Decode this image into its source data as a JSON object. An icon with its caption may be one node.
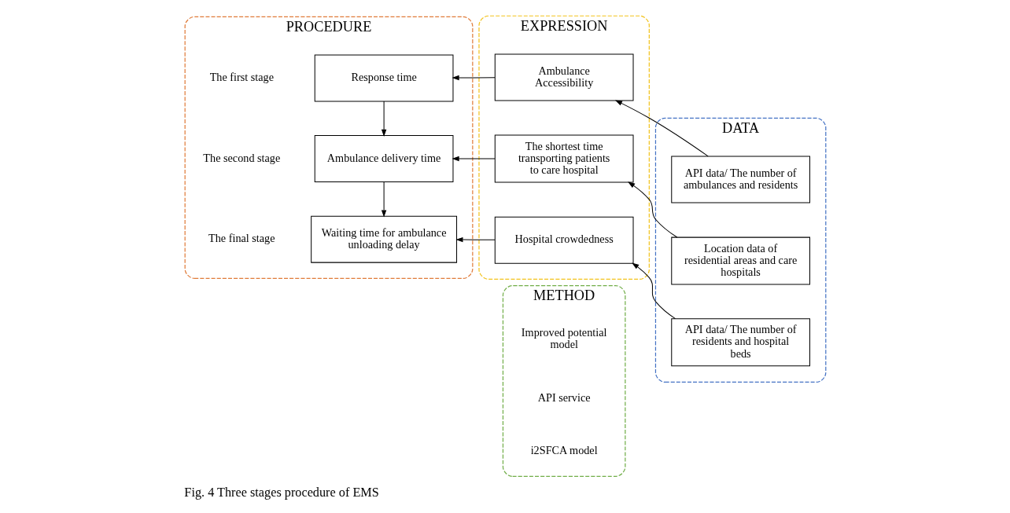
{
  "diagram": {
    "caption": "Fig. 4 Three stages procedure of EMS",
    "nodes": [
      {
        "text": [
          "PROCEDURE"
        ]
      },
      {
        "text": [
          "Response time"
        ],
        "in": 0
      },
      {
        "text": [
          "Ambulance delivery time"
        ],
        "in": 0
      },
      {
        "text": [
          "Waiting time for ambulance unloading delay"
        ],
        "in": 0
      },
      {
        "text": [
          "EXPRESSION"
        ]
      },
      {
        "text": [
          "Ambulance Accessibility"
        ],
        "in": 4
      },
      {
        "text": [
          "The shortest time transporting patients to care hospital"
        ],
        "in": 4
      },
      {
        "text": [
          "Hospital crowdedness"
        ],
        "in": 4
      },
      {
        "text": [
          "METHOD"
        ]
      },
      {
        "text": [
          "DATA"
        ]
      },
      {
        "text": [
          "API data/ The number of ambulances and residents"
        ],
        "in": 9
      },
      {
        "text": [
          "Location data of residential areas and care hospitals"
        ],
        "in": 9
      },
      {
        "text": [
          "API data/ The number of residents and hospital beds"
        ],
        "in": 9
      }
    ],
    "edges": [
      {
        "from": 1,
        "to": 2,
        "arrow": "to"
      },
      {
        "from": 2,
        "to": 3,
        "arrow": "to"
      },
      {
        "from": 5,
        "to": 1,
        "arrow": "to"
      },
      {
        "from": 6,
        "to": 2,
        "arrow": "to"
      },
      {
        "from": 7,
        "to": 3,
        "arrow": "to"
      },
      {
        "from": 10,
        "to": 5,
        "arrow": "to"
      },
      {
        "from": 11,
        "to": 6,
        "arrow": "to"
      },
      {
        "from": 12,
        "to": 7,
        "arrow": "to"
      }
    ],
    "labels": [
      "The first stage",
      "Improved potential model",
      "The second stage",
      "API service",
      "The final stage",
      "i2SFCA model"
    ]
  }
}
